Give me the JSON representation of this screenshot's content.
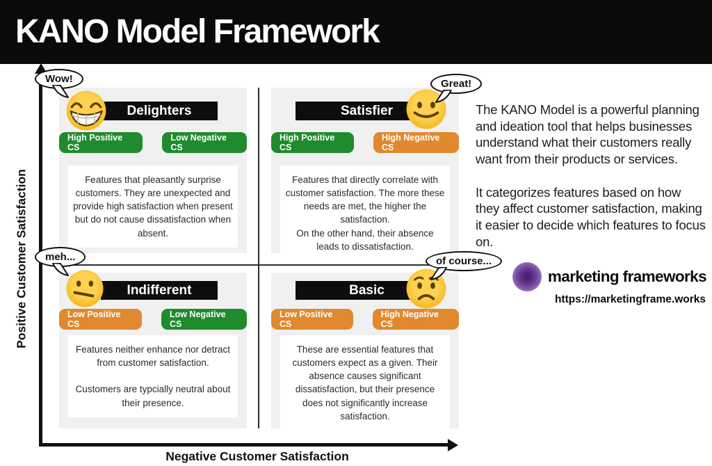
{
  "header": {
    "title": "KANO Model Framework"
  },
  "axes": {
    "y_label": "Positive Customer Satisfaction",
    "x_label": "Negative Customer Satisfaction"
  },
  "quadrants": [
    {
      "name": "delighters",
      "bubble": "Wow!",
      "emoji": "beaming-face",
      "title": "Delighters",
      "badges": [
        {
          "label": "High Positive CS",
          "color": "green"
        },
        {
          "label": "Low Negative CS",
          "color": "green"
        }
      ],
      "description": "Features that pleasantly surprise customers. They are unexpected and provide high satisfaction when present but do not cause dissatisfaction when absent."
    },
    {
      "name": "satisfier",
      "bubble": "Great!",
      "emoji": "slightly-smiling-face",
      "title": "Satisfier",
      "badges": [
        {
          "label": "High Positive CS",
          "color": "green"
        },
        {
          "label": "High Negative CS",
          "color": "orange"
        }
      ],
      "description": "Features that directly correlate with customer satisfaction. The more these needs are met, the higher the satisfaction.\nOn the other hand, their absence leads to dissatisfaction."
    },
    {
      "name": "indifferent",
      "bubble": "meh...",
      "emoji": "diagonal-mouth-face",
      "title": "Indifferent",
      "badges": [
        {
          "label": "Low Positive CS",
          "color": "orange"
        },
        {
          "label": "Low Negative CS",
          "color": "green"
        }
      ],
      "description": "Features neither enhance nor detract from customer satisfaction.\n\nCustomers are typcially neutral about their presence."
    },
    {
      "name": "basic",
      "bubble": "of course...",
      "emoji": "worried-face",
      "title": "Basic",
      "badges": [
        {
          "label": "Low Positive CS",
          "color": "orange"
        },
        {
          "label": "High Negative CS",
          "color": "orange"
        }
      ],
      "description": "These are essential features that customers expect as a given. Their absence causes significant dissatisfaction, but their presence does not significantly increase satisfaction."
    }
  ],
  "info_panel": {
    "paragraph_1": "The KANO Model is a powerful planning and ideation tool that helps businesses understand what their customers really want from their products or services.",
    "paragraph_2": "It categorizes features based on how they affect customer satisfaction, making it easier to decide which features to focus on.",
    "brand_name": "marketing frameworks",
    "brand_url": "https://marketingframe.works"
  },
  "colors": {
    "green": "#1f8b2c",
    "orange": "#e0892e",
    "quad": "#f0f0f0",
    "banner": "#0d0d0d",
    "header": "#0a0a0a",
    "emoji_yellow": "#ffcb4c",
    "logo_purple": "#5c318a"
  }
}
